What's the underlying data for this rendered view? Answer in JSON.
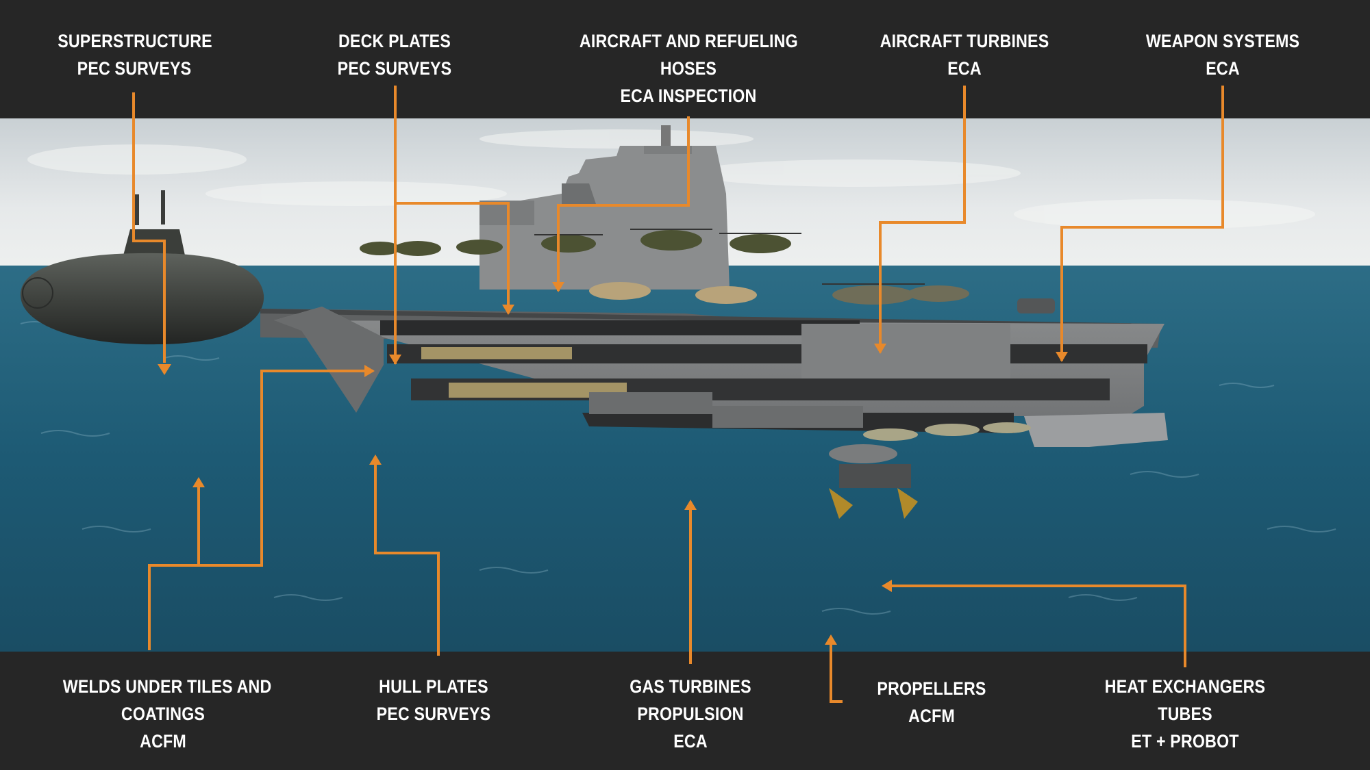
{
  "callouts_top": [
    {
      "id": "superstructure",
      "lines": [
        "SUPERSTRUCTURE",
        "PEC SURVEYS"
      ]
    },
    {
      "id": "deck-plates",
      "lines": [
        "DECK PLATES",
        "PEC SURVEYS"
      ]
    },
    {
      "id": "aircraft-hoses",
      "lines": [
        "AIRCRAFT AND REFUELING",
        "HOSES",
        "ECA INSPECTION"
      ]
    },
    {
      "id": "aircraft-turbines",
      "lines": [
        "AIRCRAFT TURBINES",
        "ECA"
      ]
    },
    {
      "id": "weapon-systems",
      "lines": [
        "WEAPON SYSTEMS",
        "ECA"
      ]
    }
  ],
  "callouts_bottom": [
    {
      "id": "welds",
      "lines": [
        "WELDS UNDER TILES AND",
        "COATINGS",
        "ACFM"
      ]
    },
    {
      "id": "hull-plates",
      "lines": [
        "HULL PLATES",
        "PEC SURVEYS"
      ]
    },
    {
      "id": "gas-turbines",
      "lines": [
        "GAS TURBINES",
        "PROPULSION",
        "ECA"
      ]
    },
    {
      "id": "propellers",
      "lines": [
        "PROPELLERS",
        "ACFM"
      ]
    },
    {
      "id": "heat-exchangers",
      "lines": [
        "HEAT EXCHANGERS",
        "TUBES",
        "ET + PROBOT"
      ]
    }
  ],
  "colors": {
    "band": "#262626",
    "leader": "#e8892b",
    "label_text": "#ffffff",
    "sea": "#1f5670",
    "sky": "#dfe4e6",
    "hull": "#7d7f80"
  },
  "icons": {
    "ship": "amphibious-assault-ship",
    "submarine": "submarine",
    "helicopter": "helicopter",
    "landing-craft": "landing-craft"
  }
}
